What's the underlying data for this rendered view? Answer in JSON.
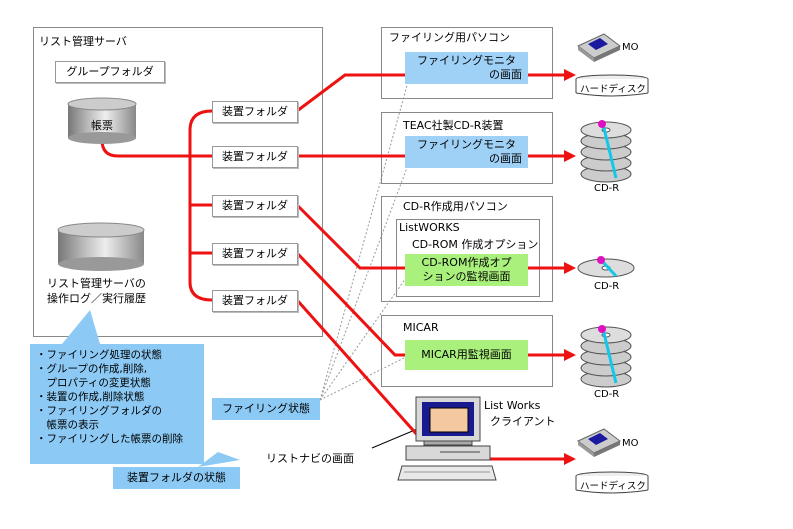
{
  "server": {
    "title": "リスト管理サーバ",
    "group_folder": "グループフォルダ",
    "ledger": "帳票",
    "log_label_1": "リスト管理サーバの",
    "log_label_2": "操作ログ／実行履歴"
  },
  "device_folders": [
    "装置フォルダ",
    "装置フォルダ",
    "装置フォルダ",
    "装置フォルダ",
    "装置フォルダ"
  ],
  "filing_pc": {
    "title": "ファイリング用パソコン",
    "monitor_1": "ファイリングモニタ",
    "monitor_2": "の画面"
  },
  "teac": {
    "title": "TEAC社製CD-R装置",
    "monitor_1": "ファイリングモニタ",
    "monitor_2": "の画面"
  },
  "cdr_pc": {
    "title": "CD-R作成用パソコン",
    "listworks_1": "ListWORKS",
    "listworks_2": "CD-ROM 作成オプション",
    "watch_1": "CD-ROM作成オプ",
    "watch_2": "ションの監視画面"
  },
  "micar": {
    "title": "MICAR",
    "screen": "MICAR用監視画面"
  },
  "devices": {
    "mo": "MO",
    "harddisk": "ハードディスク",
    "cdr": "CD-R"
  },
  "callout_items": [
    "・ファイリング処理の状態",
    "・グループの作成,削除,",
    "　プロパティの変更状態",
    "・装置の作成,削除状態",
    "・ファイリングフォルダの",
    "　帳票の表示",
    "・ファイリングした帳票の削除"
  ],
  "filing_status": "ファイリング状態",
  "listnavi": "リストナビの画面",
  "device_folder_status": "装置フォルダの状態",
  "client": {
    "line1": "List Works",
    "line2": "クライアント"
  },
  "colors": {
    "red": "#ee1111",
    "blue": "#9fd0f6",
    "green": "#a9f07c",
    "callout": "#8ccaf5"
  }
}
